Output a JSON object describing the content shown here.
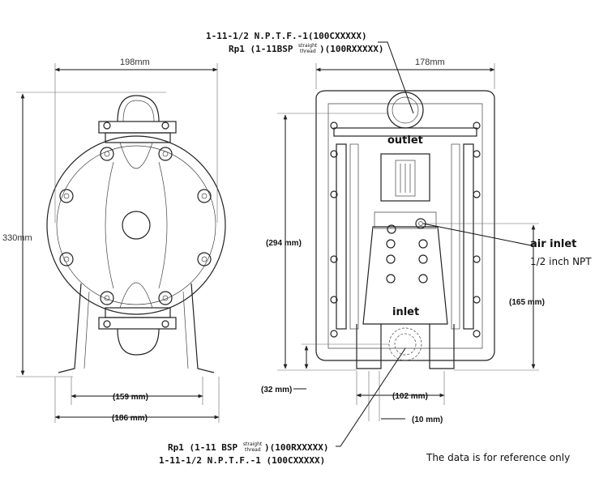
{
  "outlet_thread": {
    "line1": "1-11-1/2 N.P.T.F.-1(100CXXXXX)",
    "line2_prefix": "Rp1 (1-11BSP",
    "line2_sup_top": "straight",
    "line2_sup_bottom": "thread",
    "line2_suffix": ")(100RXXXXX)"
  },
  "inlet_thread": {
    "line1_prefix": "Rp1 (1-11 BSP",
    "line1_sup_top": "straight",
    "line1_sup_bottom": "thread",
    "line1_suffix": ")(100RXXXXX)",
    "line2": "1-11-1/2 N.P.T.F.-1 (100CXXXXX)"
  },
  "dimensions": {
    "left_width": "198mm",
    "left_height": "330mm",
    "left_base_inner": "(159 mm)",
    "left_base_outer": "(186 mm)",
    "right_width": "178mm",
    "right_height": "(294 mm)",
    "air_height": "(165 mm)",
    "inlet_height": "(32 mm)",
    "foot_span": "(102 mm)",
    "foot_width": "(10 mm)"
  },
  "labels": {
    "outlet": "outlet",
    "inlet": "inlet",
    "air_inlet": "air inlet",
    "air_inlet_size": "1/2 inch NPT"
  },
  "note": "The data is for reference only"
}
